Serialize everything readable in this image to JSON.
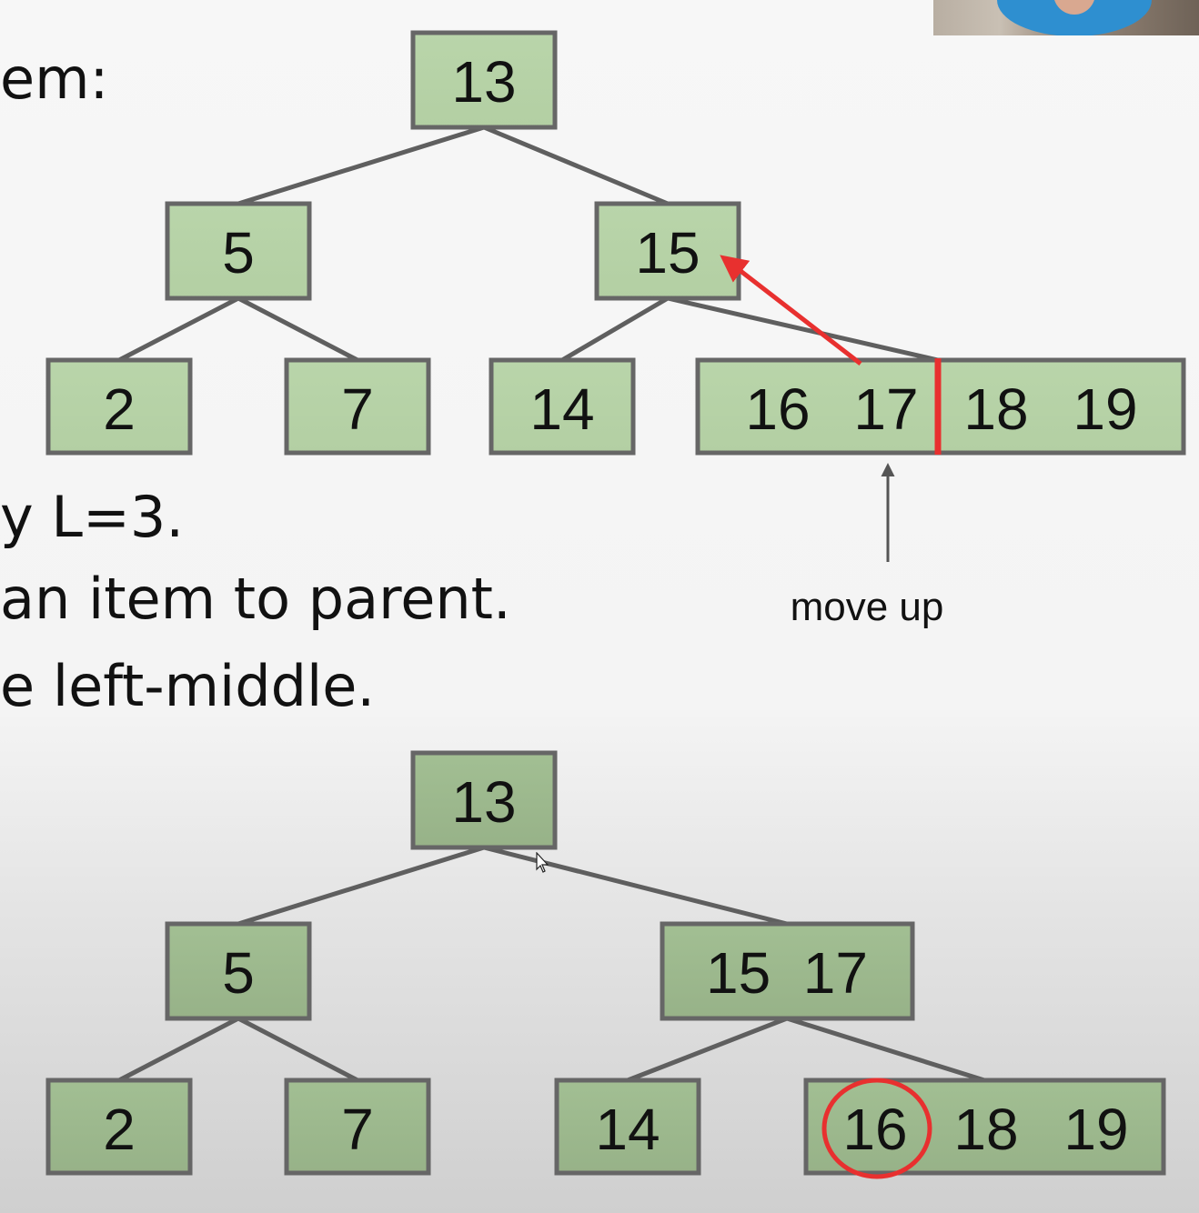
{
  "slide_text": {
    "line_1": "em:",
    "line_2": "y L=3.",
    "line_3": "an item to parent.",
    "line_4": "e left-middle."
  },
  "annotation": {
    "label": "move up"
  },
  "colors": {
    "node_fill_top": "#b7d3a8",
    "node_fill_bottom": "#9db88e",
    "node_border": "#666666",
    "edge": "#5f5f5f",
    "highlight": "#e8302f"
  },
  "before_tree": {
    "root": "13",
    "level_1": [
      "5",
      "15"
    ],
    "leaves": [
      {
        "keys": [
          "2"
        ]
      },
      {
        "keys": [
          "7"
        ]
      },
      {
        "keys": [
          "14"
        ]
      },
      {
        "keys": [
          "16",
          "17",
          "18",
          "19"
        ]
      }
    ]
  },
  "after_tree": {
    "root": "13",
    "level_1": [
      "5",
      "15  17"
    ],
    "leaves": [
      {
        "keys": [
          "2"
        ]
      },
      {
        "keys": [
          "7"
        ]
      },
      {
        "keys": [
          "14"
        ]
      },
      {
        "keys": [
          "16",
          "18",
          "19"
        ]
      }
    ]
  }
}
